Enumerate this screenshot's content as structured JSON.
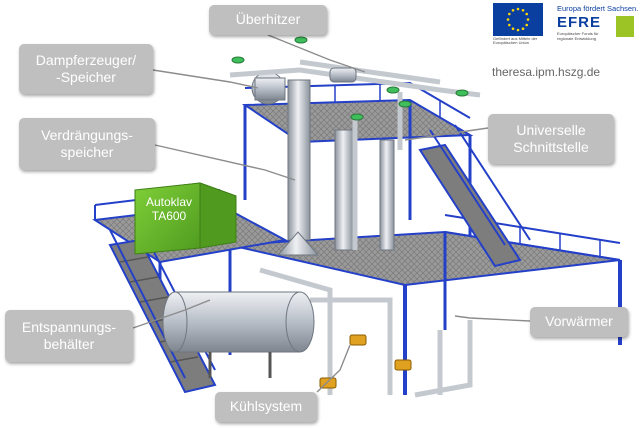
{
  "callouts": {
    "ueberhitzer": [
      "Überhitzer"
    ],
    "dampferzeuger": [
      "Dampferzeuger/",
      "-Speicher"
    ],
    "verdraengung": [
      "Verdrängungs-",
      "speicher"
    ],
    "schnittstelle": [
      "Universelle",
      "Schnittstelle"
    ],
    "entspannung": [
      "Entspannungs-",
      "behälter"
    ],
    "vorwaermer": [
      "Vorwärmer"
    ],
    "kuehlsystem": [
      "Kühlsystem"
    ]
  },
  "autoklav": [
    "Autoklav",
    "TA600"
  ],
  "logos": {
    "eu_caption": "Gefördert aus Mitteln der Europäischen Union",
    "efre_top": "Europa fördert Sachsen.",
    "efre_word": "EFRE",
    "efre_sub": "Europäischer Fonds für regionale Entwicklung"
  },
  "url": "theresa.ipm.hszg.de",
  "colors": {
    "callout_bg": "#bfbfbf",
    "callout_text": "#ffffff",
    "frame_blue": "#2440c8",
    "grating": "#8c8c8c",
    "autoklav_green": "#6cb52d",
    "vessel_steel": "#c9ced6"
  }
}
